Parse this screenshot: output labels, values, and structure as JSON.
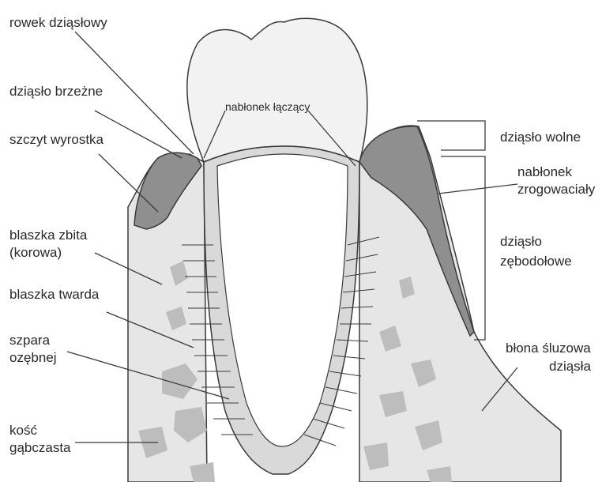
{
  "labels": {
    "rowek": "rowek dziąsłowy",
    "dziaslo_brzezne": "dziąsło brzeżne",
    "szczyt": "szczyt wyrostka",
    "blaszka_zbita_1": "blaszka zbita",
    "blaszka_zbita_2": "(korowa)",
    "blaszka_twarda": "blaszka twarda",
    "szpara_1": "szpara",
    "szpara_2": "ozębnej",
    "kosc_1": "kość",
    "kosc_2": "gąbczasta",
    "nablonek_laczacy": "nabłonek łączący",
    "dziaslo_wolne": "dziąsło wolne",
    "nablonek_zrog_1": "nabłonek",
    "nablonek_zrog_2": "zrogowaciały",
    "dziaslo_zebodolowe_1": "dziąsło",
    "dziaslo_zebodolowe_2": "zębodołowe",
    "blona_1": "błona śluzowa",
    "blona_2": "dziąsła"
  },
  "colors": {
    "line": "#3a3a3a",
    "gingiva_dark": "#8f8f8f",
    "gingiva_light": "#d9d9d9",
    "bone": "#e6e6e6",
    "trabecula": "#bdbdbd",
    "crown": "#f2f2f2"
  }
}
